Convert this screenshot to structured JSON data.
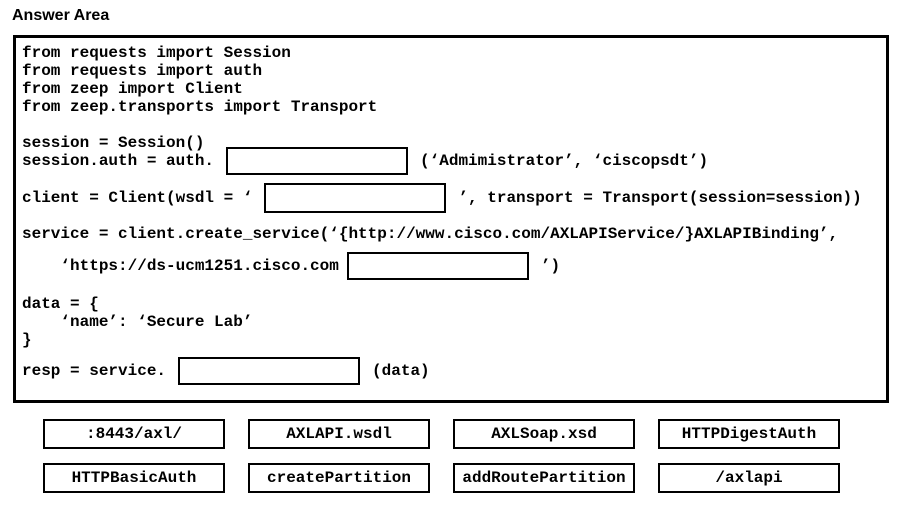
{
  "title": "Answer Area",
  "code": {
    "line1": "from requests import Session",
    "line2": "from requests import auth",
    "line3": "from zeep import Client",
    "line4": "from zeep.transports import Transport",
    "line5": "session = Session()",
    "line6_before": "session.auth = auth.",
    "line6_after": "(‘Admimistrator’, ‘ciscopsdt’)",
    "line7_before": "client = Client(wsdl = ‘",
    "line7_after": "’, transport = Transport(session=session))",
    "line8": "service = client.create_service(‘{http://www.cisco.com/AXLAPIService/}AXLAPIBinding’,",
    "line9_before": "    ‘https://ds-ucm1251.cisco.com",
    "line9_after": "’)",
    "line10": "data = {",
    "line11": "    ‘name’: ‘Secure Lab’",
    "line12": "}",
    "line13_before": "resp = service.",
    "line13_after": "(data)"
  },
  "options": [
    {
      "label": ":8443/axl/"
    },
    {
      "label": "AXLAPI.wsdl"
    },
    {
      "label": "AXLSoap.xsd"
    },
    {
      "label": "HTTPDigestAuth"
    },
    {
      "label": "HTTPBasicAuth"
    },
    {
      "label": "createPartition"
    },
    {
      "label": "addRoutePartition"
    },
    {
      "label": "/axlapi"
    }
  ]
}
